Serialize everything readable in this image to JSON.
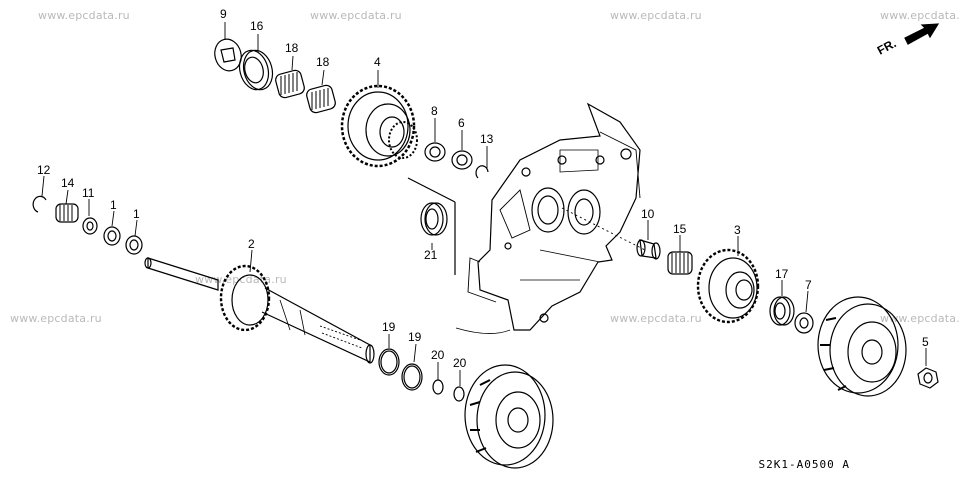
{
  "watermark": "www.epcdata.ru",
  "diagram_code": "S2K1-A0500 A",
  "direction_label": "FR.",
  "callouts": {
    "c1a": "1",
    "c1b": "1",
    "c2": "2",
    "c3": "3",
    "c4": "4",
    "c5": "5",
    "c6": "6",
    "c7": "7",
    "c8": "8",
    "c9": "9",
    "c10": "10",
    "c11": "11",
    "c12": "12",
    "c13": "13",
    "c14": "14",
    "c15": "15",
    "c16": "16",
    "c17": "17",
    "c18a": "18",
    "c18b": "18",
    "c19a": "19",
    "c19b": "19",
    "c20a": "20",
    "c20b": "20",
    "c21": "21"
  }
}
